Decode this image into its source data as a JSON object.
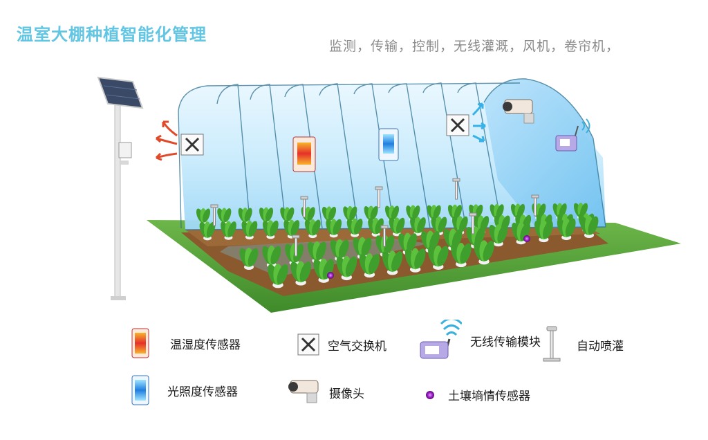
{
  "header": {
    "title": "温室大棚种植智能化管理",
    "subtitle": "监测，传输，控制，无线灌溉，风机，卷帘机，"
  },
  "legend": {
    "temp_humidity_sensor": "温湿度传感器",
    "air_exchanger": "空气交换机",
    "wireless_module": "无线传输模块",
    "auto_sprinkler": "自动喷灌",
    "light_sensor": "光照度传感器",
    "camera": "摄像头",
    "soil_sensor": "土壤墒情传感器"
  },
  "colors": {
    "title": "#62c6e3",
    "subtitle": "#8b8b8b",
    "greenhouse": "#bfe6fb",
    "grass": "#5aa23a",
    "soil": "#8a5a2e",
    "soil_sensor_dot": "#a020c8",
    "airflow_red": "#e04a2a",
    "airflow_blue": "#36b2e8"
  }
}
